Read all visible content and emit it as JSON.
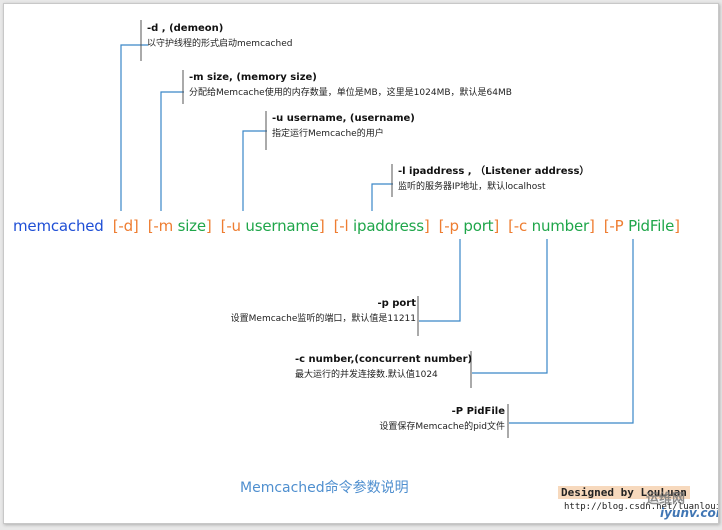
{
  "colors": {
    "command": "#1f4fd6",
    "bracket": "#ee7d31",
    "argument": "#1fa64a",
    "line": "#3a87c8",
    "caption": "#4f8fcf"
  },
  "command_line": [
    {
      "text": "memcached",
      "role": "command"
    },
    {
      "text": "  [-d]",
      "role": "bracket"
    },
    {
      "text": "  [-m ",
      "role": "bracket"
    },
    {
      "text": "size",
      "role": "argument"
    },
    {
      "text": "]",
      "role": "bracket"
    },
    {
      "text": "  [-u ",
      "role": "bracket"
    },
    {
      "text": "username",
      "role": "argument"
    },
    {
      "text": "]",
      "role": "bracket"
    },
    {
      "text": "  [-l ",
      "role": "bracket"
    },
    {
      "text": "ipaddress",
      "role": "argument"
    },
    {
      "text": "]",
      "role": "bracket"
    },
    {
      "text": "  [-p ",
      "role": "bracket"
    },
    {
      "text": "port",
      "role": "argument"
    },
    {
      "text": "]",
      "role": "bracket"
    },
    {
      "text": "  [-c ",
      "role": "bracket"
    },
    {
      "text": "number",
      "role": "argument"
    },
    {
      "text": "]",
      "role": "bracket"
    },
    {
      "text": "  [-P ",
      "role": "bracket"
    },
    {
      "text": "PidFile",
      "role": "argument"
    },
    {
      "text": "]",
      "role": "bracket"
    }
  ],
  "notes": {
    "d": {
      "title": "-d ,    (demeon)",
      "desc": "以守护线程的形式启动memcached"
    },
    "m": {
      "title": "-m size,    (memory size)",
      "desc": "分配给Memcache使用的内存数量，单位是MB，这里是1024MB，默认是64MB"
    },
    "u": {
      "title": "-u username,    (username)",
      "desc": "指定运行Memcache的用户"
    },
    "l": {
      "title": "-l ipaddress ,   （Listener address）",
      "desc": "监听的服务器IP地址，默认localhost"
    },
    "p": {
      "title": "-p port",
      "desc": "设置Memcache监听的端口，默认值是11211"
    },
    "c": {
      "title": "-c number,(concurrent number)",
      "desc": "最大运行的并发连接数.默认值1024"
    },
    "P": {
      "title": "-P PidFile",
      "desc": "设置保存Memcache的pid文件"
    }
  },
  "caption": "Memcached命令参数说明",
  "credit": {
    "designed": "Designed by LouLuan",
    "url": "http://blog.csdn.net/luanlouis"
  },
  "watermark": {
    "logo": "运维网",
    "site": "iyunv.com"
  }
}
